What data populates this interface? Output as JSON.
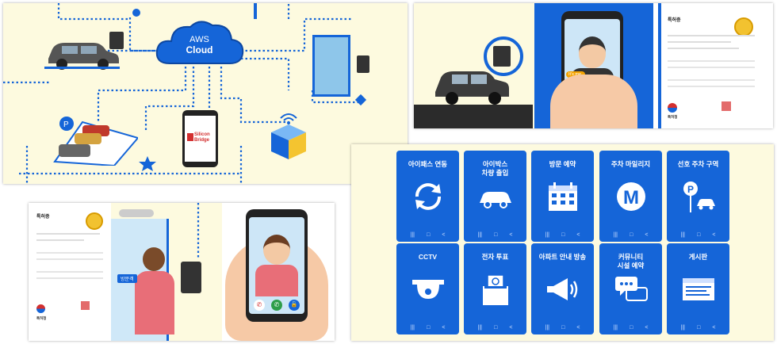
{
  "cloud": {
    "line1": "AWS",
    "line2": "Cloud"
  },
  "phone_brand": {
    "line1": "Silicon",
    "line2": "Bridge"
  },
  "certificate": {
    "title": "특허증",
    "issuer": "특허청"
  },
  "call": {
    "bubble": "It's me."
  },
  "visitor_tag": "방문객",
  "tiles": [
    {
      "label": "아이패스 연동",
      "icon": "sync-icon"
    },
    {
      "label": "아이박스\n차량 출입",
      "icon": "car-icon"
    },
    {
      "label": "방문 예약",
      "icon": "calendar-icon"
    },
    {
      "label": "주차 마일리지",
      "icon": "mileage-m-icon"
    },
    {
      "label": "선호 주차 구역",
      "icon": "parking-sign-icon"
    },
    {
      "label": "CCTV",
      "icon": "cctv-icon"
    },
    {
      "label": "전자 투표",
      "icon": "ballot-box-icon"
    },
    {
      "label": "아파트 안내 방송",
      "icon": "megaphone-icon"
    },
    {
      "label": "커뮤니티\n시설 예약",
      "icon": "chat-bubbles-icon"
    },
    {
      "label": "게시판",
      "icon": "board-icon"
    }
  ],
  "tile_nav": {
    "recent": "|||",
    "home": "□",
    "back": "<"
  },
  "colors": {
    "brand_blue": "#1565d8",
    "cream": "#fdfadf",
    "dark_blue": "#0d47a1"
  }
}
